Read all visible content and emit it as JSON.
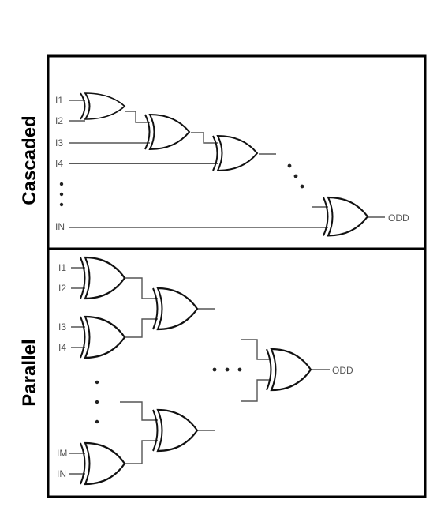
{
  "panels": [
    {
      "title": "Cascaded",
      "inputs": [
        "I1",
        "I2",
        "I3",
        "I4",
        "IN"
      ],
      "output": "ODD"
    },
    {
      "title": "Parallel",
      "inputs": [
        "I1",
        "I2",
        "I3",
        "I4",
        "IM",
        "IN"
      ],
      "output": "ODD"
    }
  ],
  "gate_symbol": "xor-gate-icon",
  "colors": {
    "frame": "#000000",
    "wire": "#555555",
    "gate": "#111111",
    "label": "#000000"
  }
}
